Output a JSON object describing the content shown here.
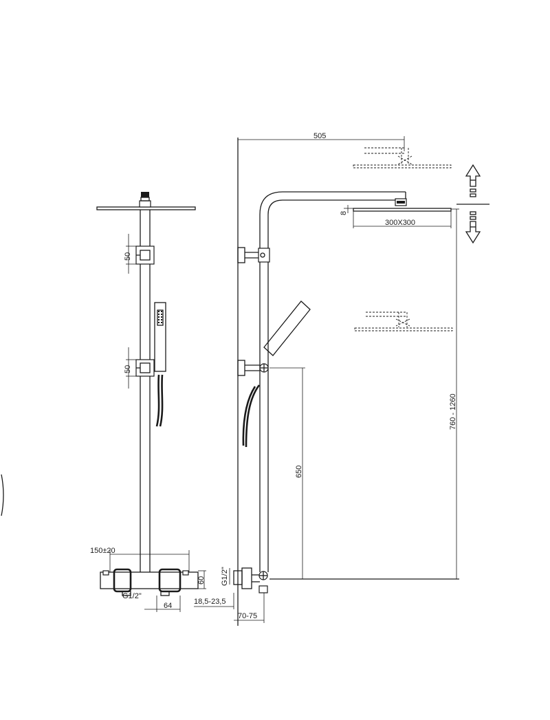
{
  "dimensions": {
    "arm_length": "505",
    "head_size": "300X300",
    "head_offset": "8",
    "height_range": "760 - 1260",
    "holder_height": "650",
    "bracket_spacing_upper": "50",
    "bracket_spacing_lower": "50",
    "inlet_spacing": "150±20",
    "inlet_thread_front": "G1/2\"",
    "inlet_thread_side": "G1/2\"",
    "mixer_height": "60",
    "mixer_depth": "64",
    "eccentric_range": "18,5-23,5",
    "wall_distance": "70-75"
  },
  "icons": {
    "adjust": "height-adjust-arrows-icon"
  }
}
